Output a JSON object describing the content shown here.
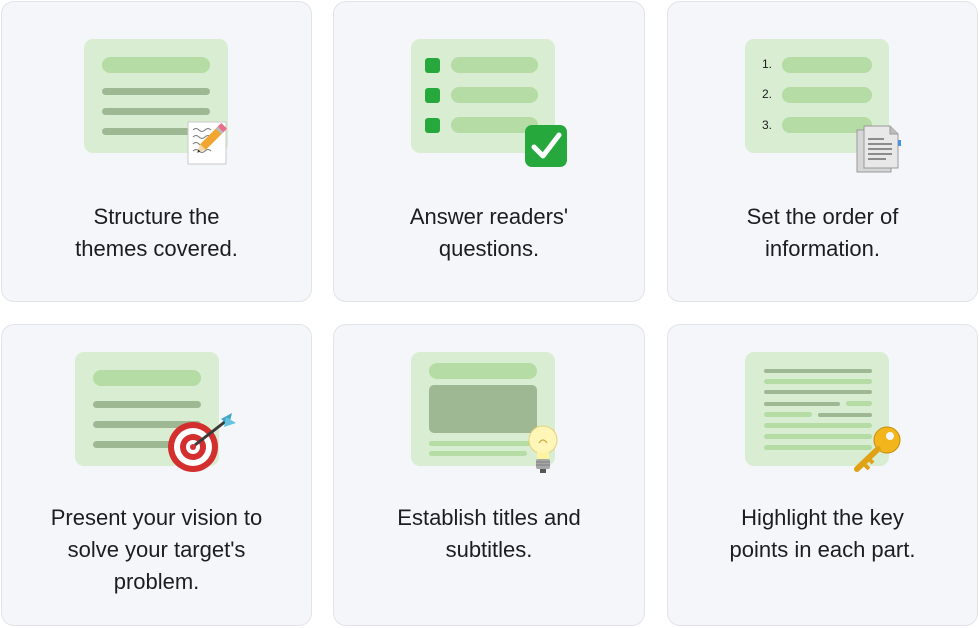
{
  "cards": [
    {
      "lines": [
        "Structure the",
        "themes covered."
      ],
      "icon": "memo-pencil-icon"
    },
    {
      "lines": [
        "Answer readers'",
        "questions."
      ],
      "icon": "check-mark-button-icon"
    },
    {
      "lines": [
        "Set the order of",
        "information."
      ],
      "icon": "document-pages-icon",
      "numbers": [
        "1.",
        "2.",
        "3."
      ]
    },
    {
      "lines": [
        "Present your vision to",
        "solve your target's",
        "problem."
      ],
      "icon": "target-dart-icon"
    },
    {
      "lines": [
        "Establish titles and",
        "subtitles."
      ],
      "icon": "light-bulb-icon"
    },
    {
      "lines": [
        "Highlight the key",
        "points in each part."
      ],
      "icon": "key-icon"
    }
  ],
  "colors": {
    "card_bg": "#f5f6fa",
    "thumb_bg": "#d9edd2",
    "bar_light": "#b4dca4",
    "bar_dark": "#9fb894",
    "check_green": "#27a83c"
  }
}
